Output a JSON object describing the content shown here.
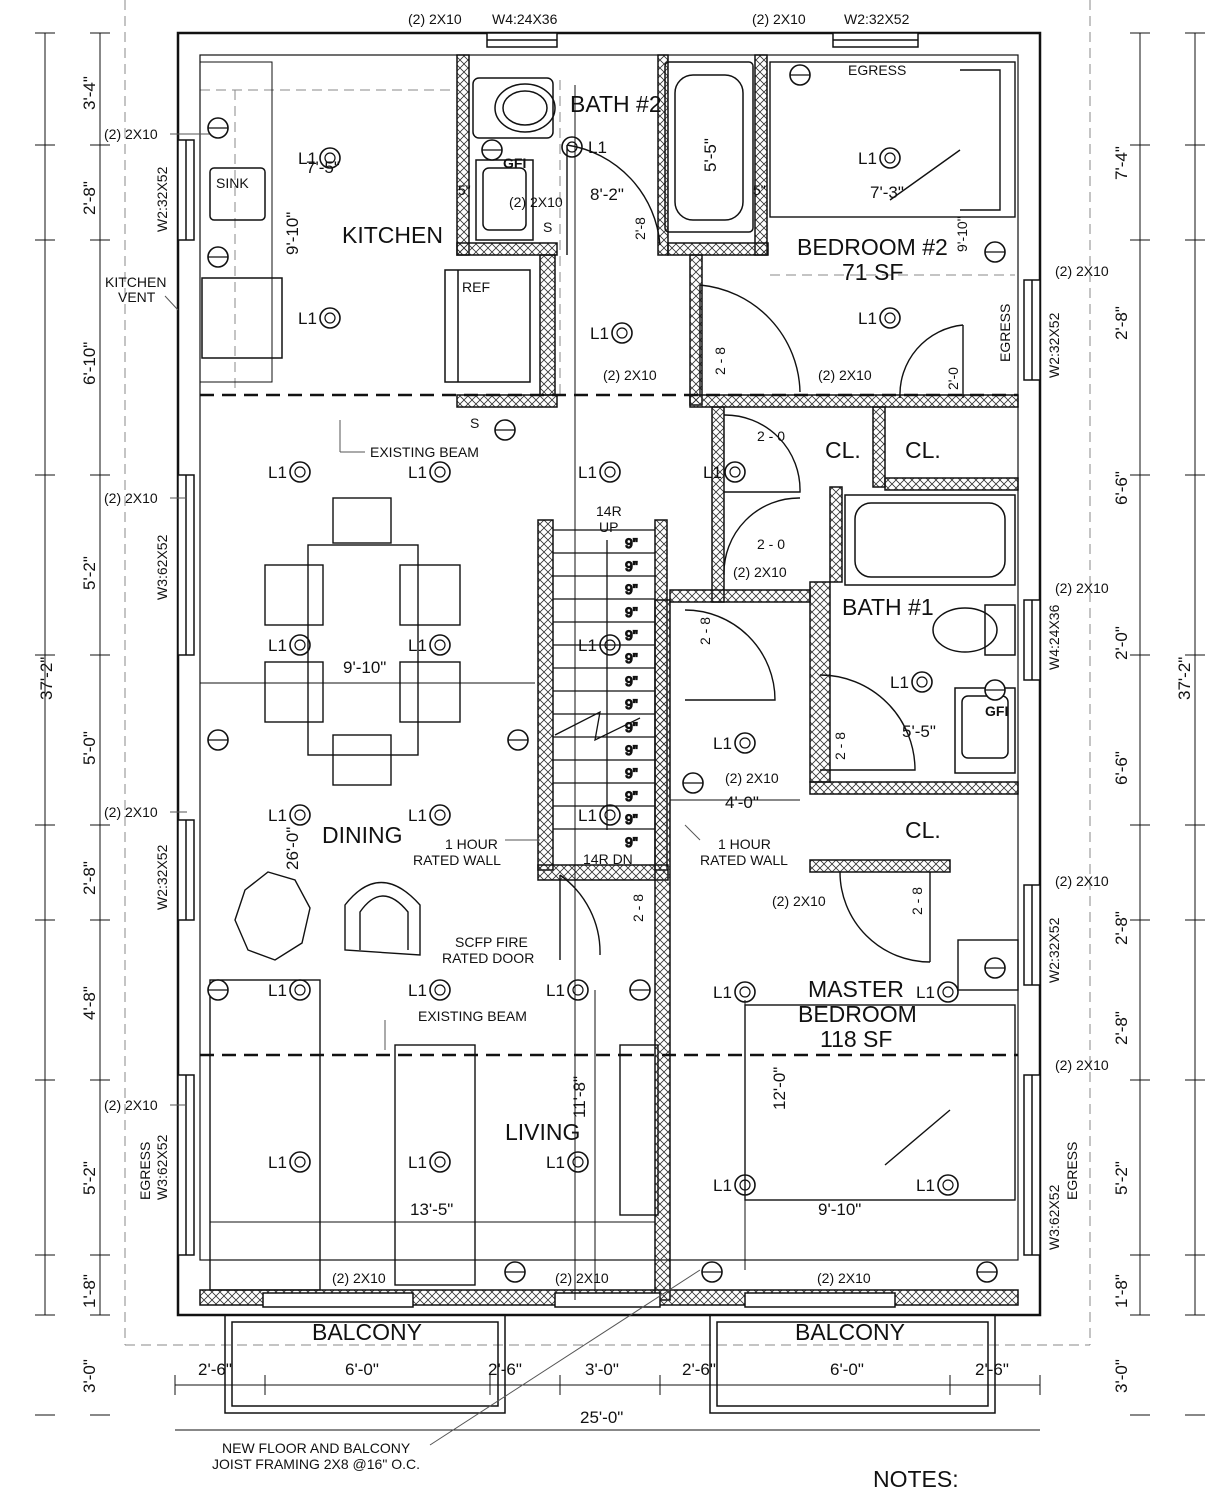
{
  "rooms": {
    "kitchen": "KITCHEN",
    "bath2": "BATH #2",
    "bedroom2": "BEDROOM #2",
    "bedroom2_area": "71 SF",
    "dining": "DINING",
    "living": "LIVING",
    "bath1": "BATH #1",
    "master": "MASTER",
    "master2": "BEDROOM",
    "master_area": "118 SF",
    "closet": "CL.",
    "balcony": "BALCONY"
  },
  "fixtures": {
    "sink": "SINK",
    "ref": "REF",
    "gfi": "GFI",
    "light": "L1",
    "switch": "S"
  },
  "labels": {
    "header_2x10": "(2) 2X10",
    "kitchen_vent_1": "KITCHEN",
    "kitchen_vent_2": "VENT",
    "existing_beam": "EXISTING BEAM",
    "egress": "EGRESS",
    "stair_up_1": "14R",
    "stair_up_2": "UP",
    "stair_dn": "14R DN",
    "rated_wall_1": "1 HOUR",
    "rated_wall_2": "RATED WALL",
    "fire_door_1": "SCFP FIRE",
    "fire_door_2": "RATED DOOR",
    "joist_1": "NEW FLOOR AND BALCONY",
    "joist_2": "JOIST FRAMING 2X8 @16\" O.C.",
    "notes": "NOTES:"
  },
  "windows": {
    "w4_24x36": "W4:24X36",
    "w2_32x52": "W2:32X52",
    "w3_62x52": "W3:62X52"
  },
  "dimensions": {
    "left": [
      "3'-4\"",
      "2'-8\"",
      "6'-10\"",
      "5'-2\"",
      "5'-0\"",
      "2'-8\"",
      "4'-8\"",
      "5'-2\"",
      "1'-8\"",
      "3'-0\""
    ],
    "right": [
      "7'-4\"",
      "2'-8\"",
      "6'-6\"",
      "2'-0\"",
      "6'-6\"",
      "2'-8\"",
      "2'-8\"",
      "5'-2\"",
      "1'-8\"",
      "3'-0\""
    ],
    "overall": "37'-2\"",
    "bottom": [
      "2'-6\"",
      "6'-0\"",
      "2'-6\"",
      "3'-0\"",
      "2'-6\"",
      "6'-0\"",
      "2'-6\""
    ],
    "bottom_overall": "25'-0\"",
    "kitchen_w": "7'-5\"",
    "kitchen_h": "9'-10\"",
    "bath2_w": "8'-2\"",
    "bath2_tub": "5'-5\"",
    "door28": "2'-8",
    "door20": "2'-0",
    "door2_0": "2 - 0",
    "door2_8": "2 - 8",
    "bed2_w": "7'-3\"",
    "bed2_h": "9'-10\"",
    "dining_w": "9'-10\"",
    "dining_h": "26'-0\"",
    "living_w": "13'-5\"",
    "living_h": "11'-8\"",
    "hall_w": "4'-0\"",
    "bath1_w": "5'-5\"",
    "master_w": "9'-10\"",
    "master_h": "12'-0\"",
    "tread": "9\"",
    "five": "5\""
  }
}
